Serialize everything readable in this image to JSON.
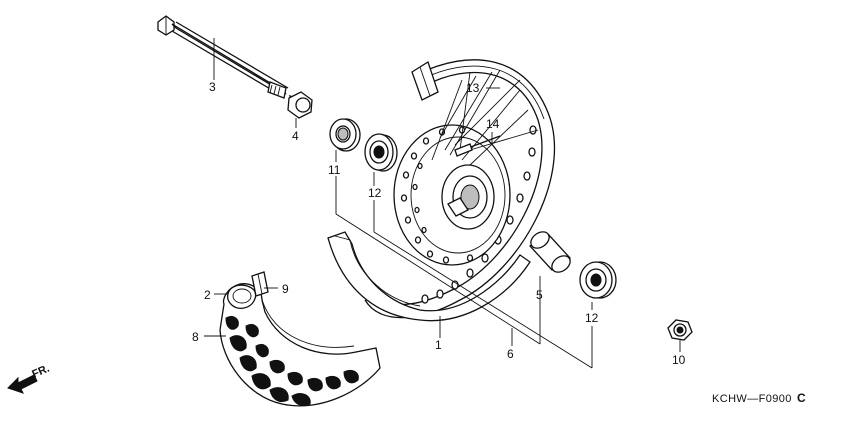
{
  "diagram": {
    "drawing_code": "KCHW—F0900",
    "drawing_revision": "C",
    "direction_label": "FR.",
    "callouts": [
      {
        "id": "c1",
        "label": "1"
      },
      {
        "id": "c2",
        "label": "2"
      },
      {
        "id": "c3",
        "label": "3"
      },
      {
        "id": "c4",
        "label": "4"
      },
      {
        "id": "c5",
        "label": "5"
      },
      {
        "id": "c6",
        "label": "6"
      },
      {
        "id": "c7",
        "label": "8"
      },
      {
        "id": "c8",
        "label": "9"
      },
      {
        "id": "c9",
        "label": "10"
      },
      {
        "id": "c10",
        "label": "11"
      },
      {
        "id": "c11",
        "label": "12"
      },
      {
        "id": "c12",
        "label": "12"
      },
      {
        "id": "c13",
        "label": "13"
      },
      {
        "id": "c14",
        "label": "14"
      }
    ]
  }
}
